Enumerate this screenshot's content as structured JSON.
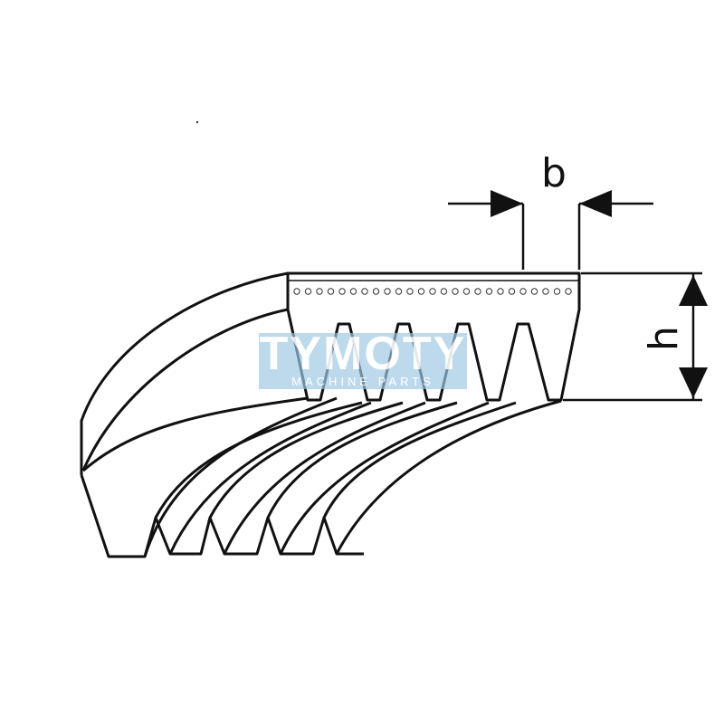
{
  "diagram": {
    "subject": "poly-v-belt-cross-section",
    "rib_count": 5,
    "dimensions": {
      "width_label": "b",
      "height_label": "h"
    },
    "watermark": {
      "brand": "TYMOTY",
      "tagline": "MACHINE PARTS"
    },
    "colors": {
      "line": "#111111",
      "background": "#ffffff",
      "watermark": "#9ec9e6"
    }
  }
}
